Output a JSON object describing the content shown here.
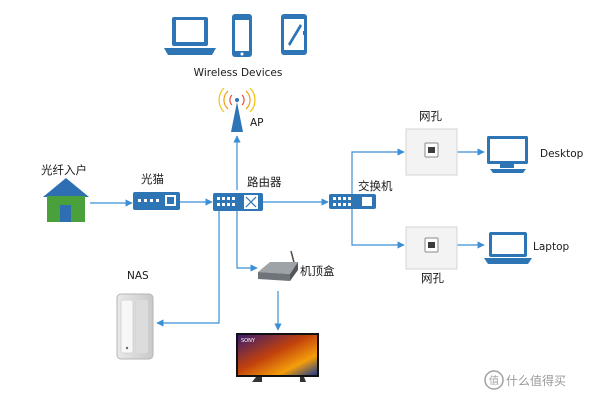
{
  "labels": {
    "wireless_devices": "Wireless Devices",
    "ap": "AP",
    "fiber_in": "光纤入户",
    "modem": "光猫",
    "router": "路由器",
    "switch": "交换机",
    "port_top": "网孔",
    "port_bottom": "网孔",
    "desktop": "Desktop",
    "laptop": "Laptop",
    "nas": "NAS",
    "stb": "机顶盒",
    "tv_brand": "SONY"
  },
  "watermark": {
    "symbol": "值",
    "text": "什么值得买"
  },
  "colors": {
    "line": "#3a8fd6",
    "device_blue": "#2e75b6",
    "house_green": "#4aa03a",
    "house_blue": "#2e6fb3"
  },
  "icons": [
    "laptop-icon",
    "phone-icon",
    "tablet-icon",
    "antenna-icon",
    "house-icon",
    "modem-icon",
    "router-icon",
    "switch-icon",
    "wall-port-icon",
    "desktop-icon",
    "nas-icon",
    "set-top-box-icon",
    "tv-icon"
  ]
}
